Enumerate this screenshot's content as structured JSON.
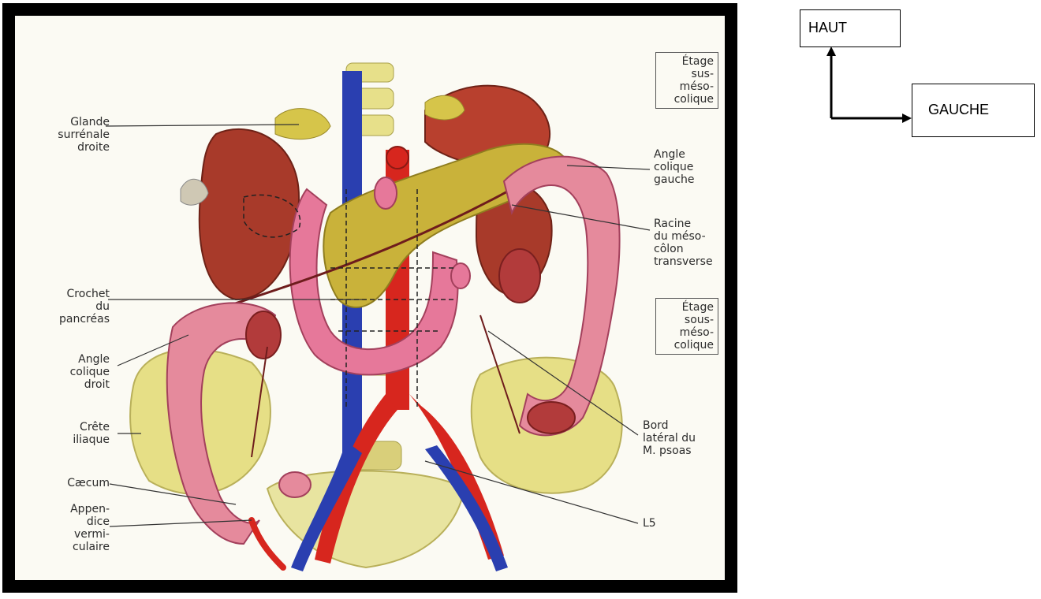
{
  "figure": {
    "left_labels": [
      {
        "id": "glande",
        "text": "Glande\nsurrénale\ndroite"
      },
      {
        "id": "crochet",
        "text": "Crochet\ndu\npancréas"
      },
      {
        "id": "angle_droit",
        "text": "Angle\ncolique\ndroit"
      },
      {
        "id": "crete",
        "text": "Crête\niliaque"
      },
      {
        "id": "caecum",
        "text": "Cæcum"
      },
      {
        "id": "appendice",
        "text": "Appen-\ndice\nvermi-\nculaire"
      }
    ],
    "right_labels": [
      {
        "id": "angle_gauche",
        "text": "Angle\ncolique\ngauche"
      },
      {
        "id": "racine",
        "text": "Racine\ndu méso-\ncôlon\ntransverse"
      },
      {
        "id": "bord",
        "text": "Bord\nlatéral du\nM. psoas"
      },
      {
        "id": "l5",
        "text": "L5"
      }
    ],
    "boxes": [
      {
        "id": "sus",
        "text": "Étage\nsus-\nméso-\ncolique"
      },
      {
        "id": "sous",
        "text": "Étage\nsous-\nméso-\ncolique"
      }
    ]
  },
  "orientation": {
    "up_label": "HAUT",
    "left_label": "GAUCHE"
  },
  "colors": {
    "artery": "#d7261e",
    "vein": "#2a3fb0",
    "colon": "#e58a9c",
    "pancreas": "#c9b23a",
    "kidney": "#a83a2a",
    "bone": "#e7e08a",
    "pelvis": "#e6df86"
  }
}
